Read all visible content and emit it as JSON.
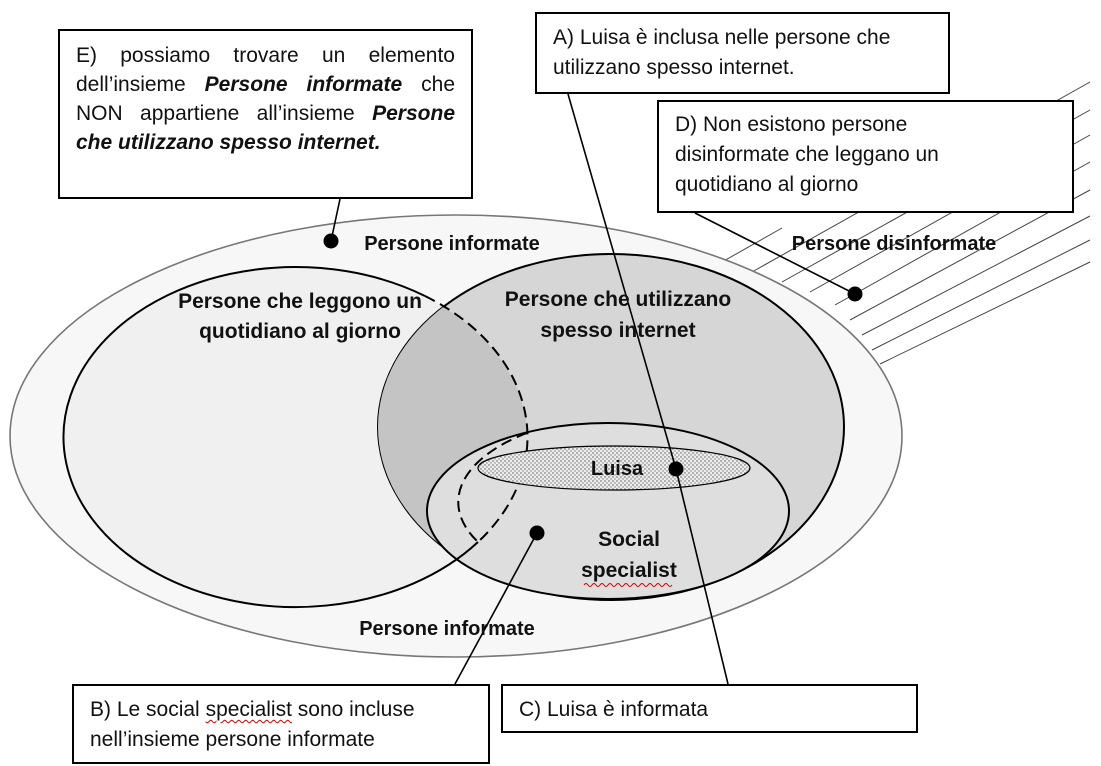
{
  "sets": {
    "persone_informate_top": "Persone informate",
    "persone_informate_bottom": "Persone informate",
    "persone_disinformate": "Persone disinformate",
    "quotidiano_line1": "Persone che leggono un",
    "quotidiano_line2": "quotidiano al giorno",
    "internet_line1": "Persone che utilizzano",
    "internet_line2": "spesso internet",
    "luisa": "Luisa",
    "social_line1": "Social",
    "social_line2": "specialist"
  },
  "callouts": {
    "a": {
      "line1": "A) Luisa è inclusa nelle persone che",
      "line2": "utilizzano spesso internet."
    },
    "d": {
      "line1": "D) Non esistono persone",
      "line2": "disinformate che leggano un",
      "line3": "quotidiano al giorno"
    },
    "e": {
      "prefix": "E)   possiamo trovare un elemento dell’insieme",
      "set1": "Persone informate",
      "middle": "che NON appartiene all’insieme",
      "set2": "Persone che utilizzano spesso internet."
    },
    "b": {
      "pre": "B) Le social",
      "specialist": "specialist",
      "post": "sono incluse",
      "line2": "nell’insieme persone informate"
    },
    "c": {
      "text": "C) Luisa è informata"
    }
  },
  "colors": {
    "outer_fill": "#f7f7f7",
    "quotidiano_fill": "#f0f0f0",
    "internet_fill": "#d6d6d6",
    "overlap_fill": "#c4c4c4",
    "social_fill": "#dedede",
    "stroke": "#000000"
  }
}
